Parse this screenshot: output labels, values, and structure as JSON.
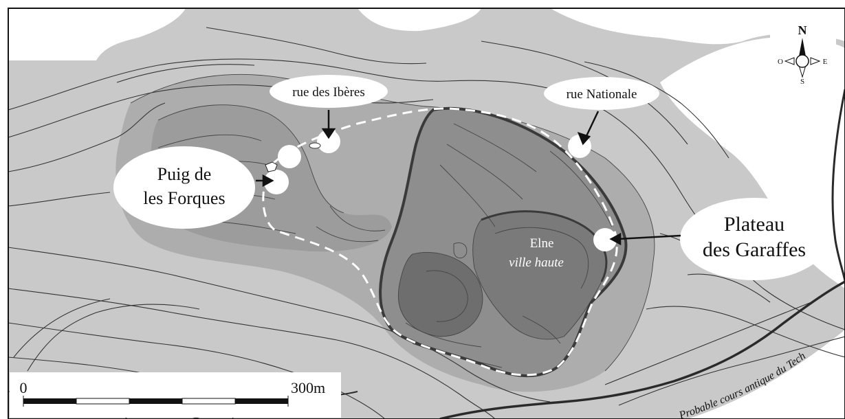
{
  "map": {
    "colors": {
      "terrain_low": "#c9c9c9",
      "terrain_mid": "#adadad",
      "terrain_high": "#8e8e8e",
      "terrain_top": "#7a7a7a",
      "water_white": "#ffffff",
      "contour": "#333333",
      "enclosure_dash": "#ffffff"
    },
    "compass": {
      "north": "N",
      "south": "S",
      "east": "E",
      "west": "O"
    },
    "scale_bar": {
      "start_label": "0",
      "end_label": "300m"
    },
    "labels": {
      "rue_iberes": "rue des Ibères",
      "rue_nationale": "rue Nationale",
      "puig_line1": "Puig de",
      "puig_line2": "les Forques",
      "plateau_line1": "Plateau",
      "plateau_line2": "des Garaffes",
      "elne": "Elne",
      "ville_haute": "ville haute",
      "river": "Probable cours antique du Tech"
    }
  }
}
